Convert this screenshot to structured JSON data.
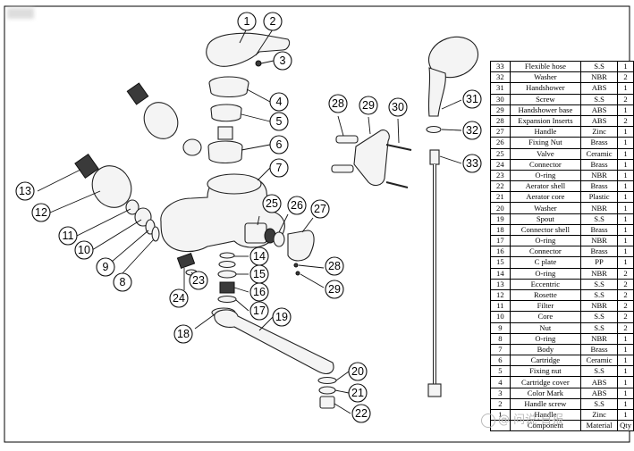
{
  "parts": [
    {
      "no": "33",
      "name": "Flexible hose",
      "material": "S.S",
      "qty": "1"
    },
    {
      "no": "32",
      "name": "Washer",
      "material": "NBR",
      "qty": "2"
    },
    {
      "no": "31",
      "name": "Handshower",
      "material": "ABS",
      "qty": "1"
    },
    {
      "no": "30",
      "name": "Screw",
      "material": "S.S",
      "qty": "2"
    },
    {
      "no": "29",
      "name": "Handshower base",
      "material": "ABS",
      "qty": "1"
    },
    {
      "no": "28",
      "name": "Expansion Inserts",
      "material": "ABS",
      "qty": "2"
    },
    {
      "no": "27",
      "name": "Handle",
      "material": "Zinc",
      "qty": "1"
    },
    {
      "no": "26",
      "name": "Fixing Nut",
      "material": "Brass",
      "qty": "1"
    },
    {
      "no": "25",
      "name": "Valve",
      "material": "Ceramic",
      "qty": "1"
    },
    {
      "no": "24",
      "name": "Connector",
      "material": "Brass",
      "qty": "1"
    },
    {
      "no": "23",
      "name": "O-ring",
      "material": "NBR",
      "qty": "1"
    },
    {
      "no": "22",
      "name": "Aerator shell",
      "material": "Brass",
      "qty": "1"
    },
    {
      "no": "21",
      "name": "Aerator core",
      "material": "Plastic",
      "qty": "1"
    },
    {
      "no": "20",
      "name": "Washer",
      "material": "NBR",
      "qty": "1"
    },
    {
      "no": "19",
      "name": "Spout",
      "material": "S.S",
      "qty": "1"
    },
    {
      "no": "18",
      "name": "Connector shell",
      "material": "Brass",
      "qty": "1"
    },
    {
      "no": "17",
      "name": "O-ring",
      "material": "NBR",
      "qty": "1"
    },
    {
      "no": "16",
      "name": "Connector",
      "material": "Brass",
      "qty": "1"
    },
    {
      "no": "15",
      "name": "C plate",
      "material": "PP",
      "qty": "1"
    },
    {
      "no": "14",
      "name": "O-ring",
      "material": "NBR",
      "qty": "2"
    },
    {
      "no": "13",
      "name": "Eccentric",
      "material": "S.S",
      "qty": "2"
    },
    {
      "no": "12",
      "name": "Rosette",
      "material": "S.S",
      "qty": "2"
    },
    {
      "no": "11",
      "name": "Filter",
      "material": "NBR",
      "qty": "2"
    },
    {
      "no": "10",
      "name": "Core",
      "material": "S.S",
      "qty": "2"
    },
    {
      "no": "9",
      "name": "Nut",
      "material": "S.S",
      "qty": "2"
    },
    {
      "no": "8",
      "name": "O-ring",
      "material": "NBR",
      "qty": "1"
    },
    {
      "no": "7",
      "name": "Body",
      "material": "Brass",
      "qty": "1"
    },
    {
      "no": "6",
      "name": "Cartridge",
      "material": "Ceramic",
      "qty": "1"
    },
    {
      "no": "5",
      "name": "Fixing nut",
      "material": "S.S",
      "qty": "1"
    },
    {
      "no": "4",
      "name": "Cartridge cover",
      "material": "ABS",
      "qty": "1"
    },
    {
      "no": "3",
      "name": "Color Mark",
      "material": "ABS",
      "qty": "1"
    },
    {
      "no": "2",
      "name": "Handle screw",
      "material": "S.S",
      "qty": "1"
    },
    {
      "no": "1",
      "name": "Handle",
      "material": "Zinc",
      "qty": "1"
    },
    {
      "no": "",
      "name": "Component",
      "material": "Material",
      "qty": "Qty"
    }
  ],
  "callouts": [
    "1",
    "2",
    "3",
    "4",
    "5",
    "6",
    "7",
    "8",
    "9",
    "10",
    "11",
    "12",
    "13",
    "14",
    "15",
    "16",
    "17",
    "18",
    "19",
    "20",
    "21",
    "22",
    "23",
    "24",
    "25",
    "26",
    "27",
    "28",
    "29",
    "28",
    "29",
    "30",
    "31",
    "32",
    "33"
  ],
  "watermark": "@ 问说·日报"
}
